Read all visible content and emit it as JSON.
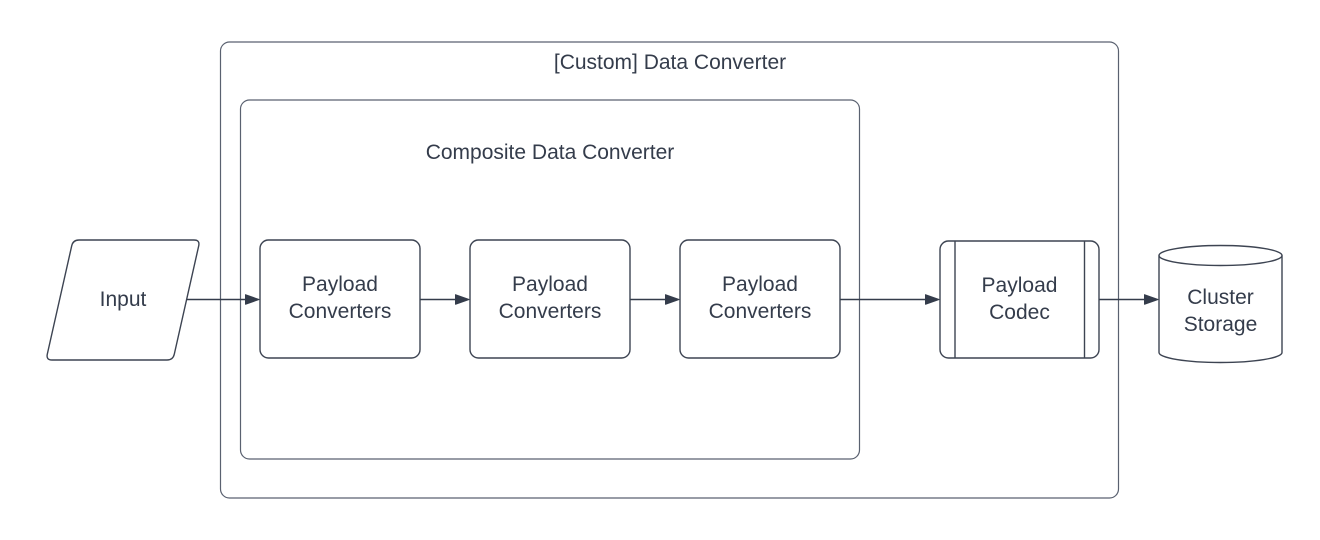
{
  "diagram": {
    "type": "flowchart",
    "containers": [
      {
        "id": "custom-data-converter",
        "label": "[Custom] Data Converter"
      },
      {
        "id": "composite-data-converter",
        "label": "Composite Data Converter",
        "parent": "custom-data-converter"
      }
    ],
    "nodes": [
      {
        "id": "input",
        "label": "Input",
        "shape": "parallelogram"
      },
      {
        "id": "payload-converters-1",
        "label": "Payload Converters",
        "shape": "rounded-rectangle",
        "parent": "composite-data-converter"
      },
      {
        "id": "payload-converters-2",
        "label": "Payload Converters",
        "shape": "rounded-rectangle",
        "parent": "composite-data-converter"
      },
      {
        "id": "payload-converters-3",
        "label": "Payload Converters",
        "shape": "rounded-rectangle",
        "parent": "composite-data-converter"
      },
      {
        "id": "payload-codec",
        "label": "Payload Codec",
        "shape": "subroutine",
        "parent": "custom-data-converter"
      },
      {
        "id": "cluster-storage",
        "label": "Cluster Storage",
        "shape": "cylinder"
      }
    ],
    "edges": [
      {
        "from": "input",
        "to": "payload-converters-1"
      },
      {
        "from": "payload-converters-1",
        "to": "payload-converters-2"
      },
      {
        "from": "payload-converters-2",
        "to": "payload-converters-3"
      },
      {
        "from": "payload-converters-3",
        "to": "payload-codec"
      },
      {
        "from": "payload-codec",
        "to": "cluster-storage"
      }
    ]
  },
  "colors": {
    "background": "#ffffff",
    "fill": "#ffffff",
    "node_stroke": "#3d4452",
    "container_stroke": "#5a6170",
    "text": "#343c4b",
    "arrow": "#343c4b"
  }
}
